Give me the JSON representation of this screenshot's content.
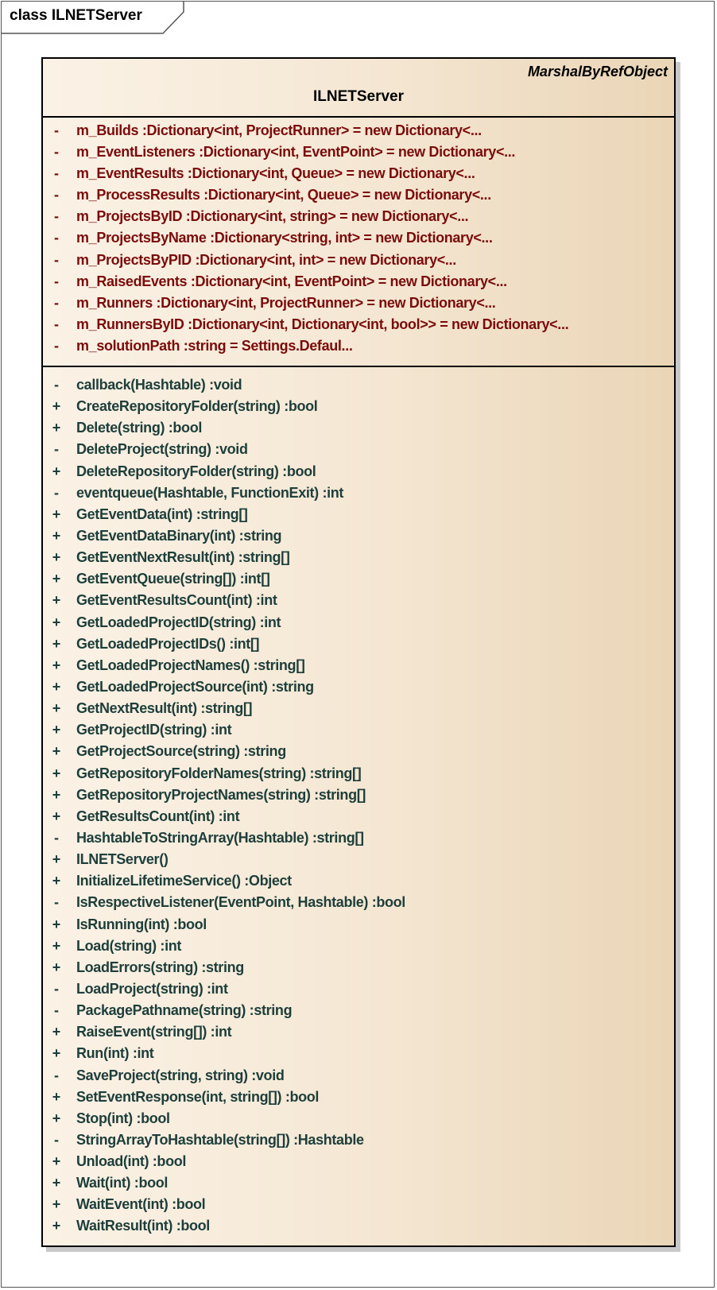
{
  "frame": {
    "title": "class ILNETServer"
  },
  "class": {
    "stereotype": "MarshalByRefObject",
    "name": "ILNETServer",
    "attributes": [
      {
        "visibility": "-",
        "text": "m_Builds  :Dictionary<int, ProjectRunner> = new Dictionary<..."
      },
      {
        "visibility": "-",
        "text": "m_EventListeners  :Dictionary<int, EventPoint> = new Dictionary<..."
      },
      {
        "visibility": "-",
        "text": "m_EventResults  :Dictionary<int, Queue> = new Dictionary<..."
      },
      {
        "visibility": "-",
        "text": "m_ProcessResults  :Dictionary<int, Queue> = new Dictionary<..."
      },
      {
        "visibility": "-",
        "text": "m_ProjectsByID  :Dictionary<int, string> = new Dictionary<..."
      },
      {
        "visibility": "-",
        "text": "m_ProjectsByName  :Dictionary<string, int> = new Dictionary<..."
      },
      {
        "visibility": "-",
        "text": "m_ProjectsByPID  :Dictionary<int, int> = new Dictionary<..."
      },
      {
        "visibility": "-",
        "text": "m_RaisedEvents  :Dictionary<int, EventPoint> = new Dictionary<..."
      },
      {
        "visibility": "-",
        "text": "m_Runners  :Dictionary<int, ProjectRunner> = new Dictionary<..."
      },
      {
        "visibility": "-",
        "text": "m_RunnersByID  :Dictionary<int, Dictionary<int, bool>> = new Dictionary<..."
      },
      {
        "visibility": "-",
        "text": "m_solutionPath  :string = Settings.Defaul..."
      }
    ],
    "operations": [
      {
        "visibility": "-",
        "text": "callback(Hashtable)  :void"
      },
      {
        "visibility": "+",
        "text": "CreateRepositoryFolder(string)  :bool"
      },
      {
        "visibility": "+",
        "text": "Delete(string)  :bool"
      },
      {
        "visibility": "-",
        "text": "DeleteProject(string)  :void"
      },
      {
        "visibility": "+",
        "text": "DeleteRepositoryFolder(string)  :bool"
      },
      {
        "visibility": "-",
        "text": "eventqueue(Hashtable, FunctionExit)  :int"
      },
      {
        "visibility": "+",
        "text": "GetEventData(int)  :string[]"
      },
      {
        "visibility": "+",
        "text": "GetEventDataBinary(int)  :string"
      },
      {
        "visibility": "+",
        "text": "GetEventNextResult(int)  :string[]"
      },
      {
        "visibility": "+",
        "text": "GetEventQueue(string[])  :int[]"
      },
      {
        "visibility": "+",
        "text": "GetEventResultsCount(int)  :int"
      },
      {
        "visibility": "+",
        "text": "GetLoadedProjectID(string)  :int"
      },
      {
        "visibility": "+",
        "text": "GetLoadedProjectIDs()  :int[]"
      },
      {
        "visibility": "+",
        "text": "GetLoadedProjectNames()  :string[]"
      },
      {
        "visibility": "+",
        "text": "GetLoadedProjectSource(int)  :string"
      },
      {
        "visibility": "+",
        "text": "GetNextResult(int)  :string[]"
      },
      {
        "visibility": "+",
        "text": "GetProjectID(string)  :int"
      },
      {
        "visibility": "+",
        "text": "GetProjectSource(string)  :string"
      },
      {
        "visibility": "+",
        "text": "GetRepositoryFolderNames(string)  :string[]"
      },
      {
        "visibility": "+",
        "text": "GetRepositoryProjectNames(string)  :string[]"
      },
      {
        "visibility": "+",
        "text": "GetResultsCount(int)  :int"
      },
      {
        "visibility": "-",
        "text": "HashtableToStringArray(Hashtable)  :string[]"
      },
      {
        "visibility": "+",
        "text": "ILNETServer()"
      },
      {
        "visibility": "+",
        "text": "InitializeLifetimeService()  :Object"
      },
      {
        "visibility": "-",
        "text": "IsRespectiveListener(EventPoint, Hashtable)  :bool"
      },
      {
        "visibility": "+",
        "text": "IsRunning(int)  :bool"
      },
      {
        "visibility": "+",
        "text": "Load(string)  :int"
      },
      {
        "visibility": "+",
        "text": "LoadErrors(string)  :string"
      },
      {
        "visibility": "-",
        "text": "LoadProject(string)  :int"
      },
      {
        "visibility": "-",
        "text": "PackagePathname(string)  :string"
      },
      {
        "visibility": "+",
        "text": "RaiseEvent(string[])  :int"
      },
      {
        "visibility": "+",
        "text": "Run(int)  :int"
      },
      {
        "visibility": "-",
        "text": "SaveProject(string, string)  :void"
      },
      {
        "visibility": "+",
        "text": "SetEventResponse(int, string[])  :bool"
      },
      {
        "visibility": "+",
        "text": "Stop(int)  :bool"
      },
      {
        "visibility": "-",
        "text": "StringArrayToHashtable(string[])  :Hashtable"
      },
      {
        "visibility": "+",
        "text": "Unload(int)  :bool"
      },
      {
        "visibility": "+",
        "text": "Wait(int)  :bool"
      },
      {
        "visibility": "+",
        "text": "WaitEvent(int)  :bool"
      },
      {
        "visibility": "+",
        "text": "WaitResult(int)  :bool"
      }
    ]
  }
}
